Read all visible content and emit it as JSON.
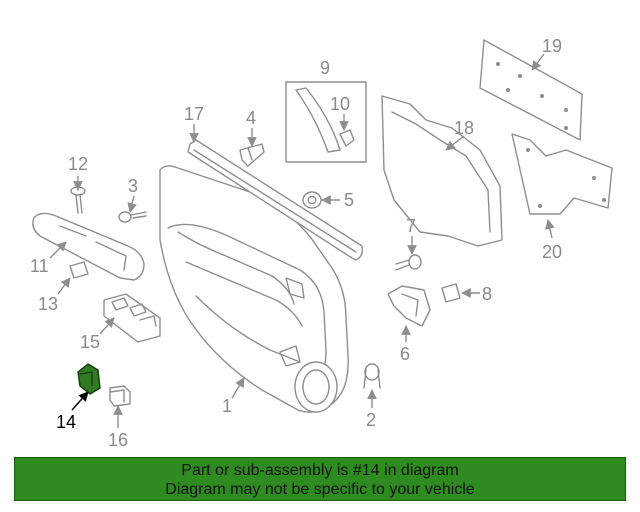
{
  "diagram": {
    "callouts": [
      "1",
      "2",
      "3",
      "4",
      "5",
      "6",
      "7",
      "8",
      "9",
      "10",
      "11",
      "12",
      "13",
      "14",
      "15",
      "16",
      "17",
      "18",
      "19",
      "20"
    ],
    "highlighted_part": "14"
  },
  "banner": {
    "line1": "Part or sub-assembly is #14 in diagram",
    "line2": "Diagram may not be specific to your vehicle"
  },
  "colors": {
    "banner_bg": "#2e8b1f",
    "highlight_part": "#2f7a22",
    "line_art": "#8e8e8e"
  }
}
